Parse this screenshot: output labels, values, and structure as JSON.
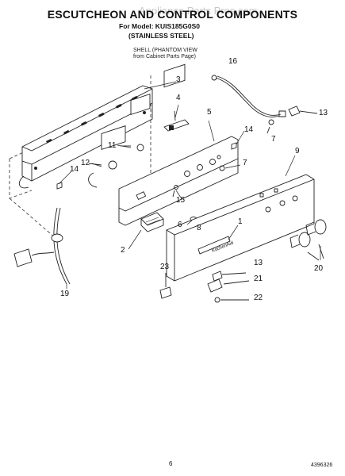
{
  "header": {
    "title": "ESCUTCHEON AND CONTROL COMPONENTS",
    "model": "For Model: KUIS185G0S0",
    "finish": "(STAINLESS STEEL)",
    "watermark": "Appliance Parts Pros.com"
  },
  "note": {
    "line1": "SHELL (PHANTOM VIEW",
    "line2": "from Cabinet Parts Page)"
  },
  "panel_logo": "KitchenAid",
  "callouts": [
    {
      "id": "c16",
      "label": "16"
    },
    {
      "id": "c3",
      "label": "3"
    },
    {
      "id": "c13a",
      "label": "13"
    },
    {
      "id": "c4",
      "label": "4"
    },
    {
      "id": "c5",
      "label": "5"
    },
    {
      "id": "c14a",
      "label": "14"
    },
    {
      "id": "c7a",
      "label": "7"
    },
    {
      "id": "c11",
      "label": "11"
    },
    {
      "id": "c9",
      "label": "9"
    },
    {
      "id": "c12",
      "label": "12"
    },
    {
      "id": "c7b",
      "label": "7"
    },
    {
      "id": "c14b",
      "label": "14"
    },
    {
      "id": "c15",
      "label": "15"
    },
    {
      "id": "c6",
      "label": "6"
    },
    {
      "id": "c1",
      "label": "1"
    },
    {
      "id": "c2",
      "label": "2"
    },
    {
      "id": "c8",
      "label": "8"
    },
    {
      "id": "c20",
      "label": "20"
    },
    {
      "id": "c19",
      "label": "19"
    },
    {
      "id": "c23",
      "label": "23"
    },
    {
      "id": "c13b",
      "label": "13"
    },
    {
      "id": "c21",
      "label": "21"
    },
    {
      "id": "c22",
      "label": "22"
    }
  ],
  "footer": {
    "page_number": "6",
    "doc_number": "4396326"
  }
}
